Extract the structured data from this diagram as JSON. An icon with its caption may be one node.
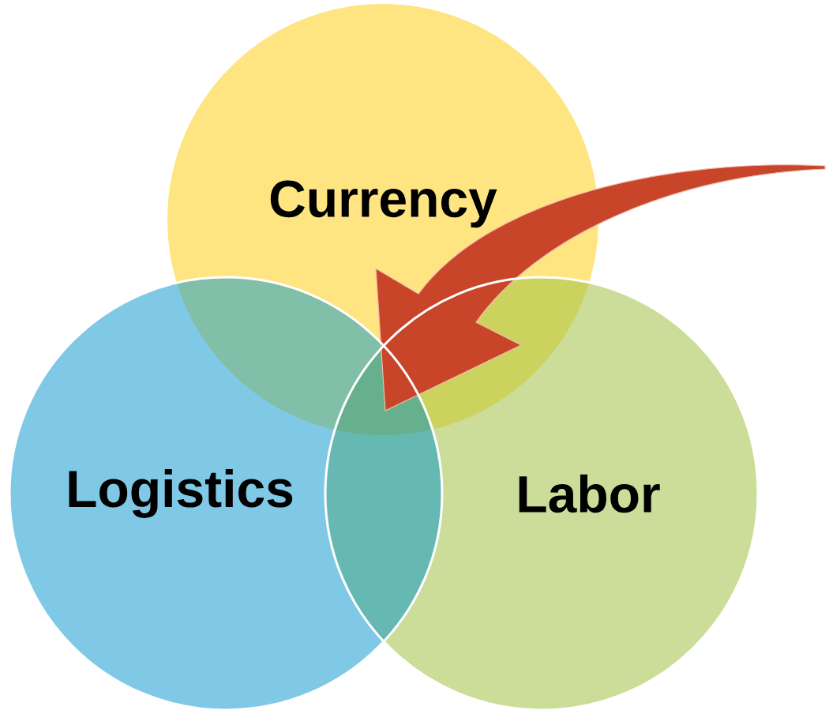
{
  "diagram": {
    "nodes": [
      {
        "text": [
          "Currency"
        ]
      },
      {
        "text": [
          "Logistics"
        ]
      },
      {
        "text": [
          "Labor"
        ]
      }
    ]
  }
}
